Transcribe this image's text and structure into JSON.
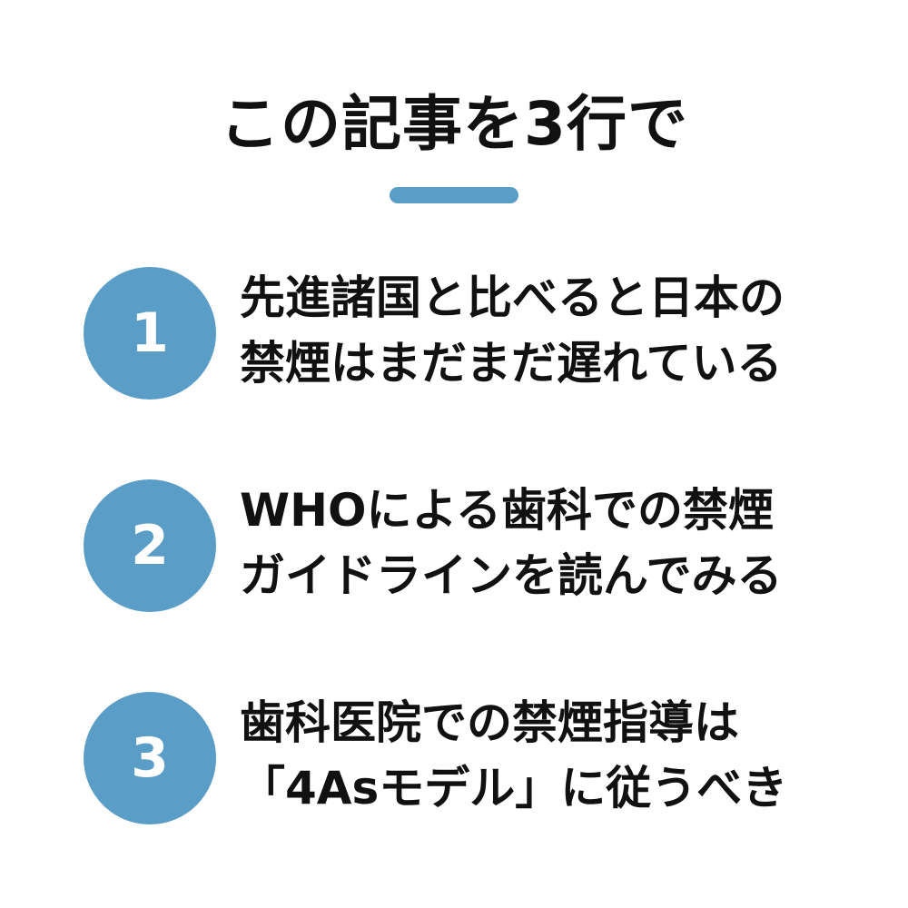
{
  "title": "この記事を3行で",
  "accent_color": "#5a9dc7",
  "items": [
    {
      "number": "1",
      "line1": "先進諸国と比べると日本の",
      "line2": "禁煙はまだまだ遅れている"
    },
    {
      "number": "2",
      "line1": "WHOによる歯科での禁煙",
      "line2": "ガイドラインを読んでみる"
    },
    {
      "number": "3",
      "line1": "歯科医院での禁煙指導は",
      "line2": "「4Asモデル」に従うべき"
    }
  ]
}
